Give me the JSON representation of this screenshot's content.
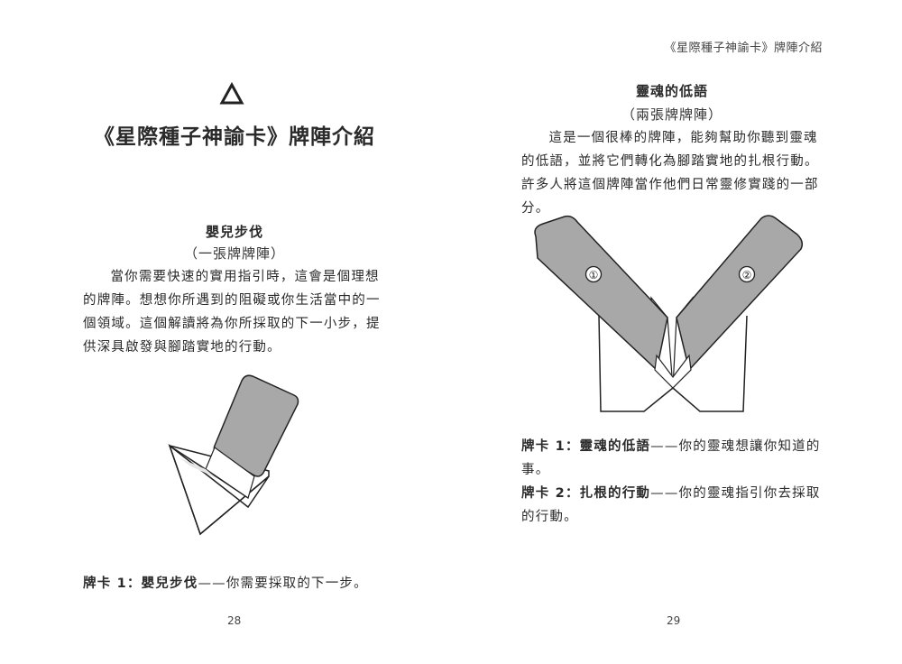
{
  "left_page": {
    "chapter_title": "《星際種子神諭卡》牌陣介紹",
    "spread": {
      "title": "嬰兒步伐",
      "subtitle": "（一張牌牌陣）",
      "description": "當你需要快速的實用指引時，這會是個理想的牌陣。想想你所遇到的阻礙或你生活當中的一個領域。這個解讀將為你所採取的下一小步，提供深具啟發與腳踏實地的行動。"
    },
    "legend": [
      {
        "label": "牌卡 1：嬰兒步伐",
        "text": "——你需要採取的下一步。"
      }
    ],
    "page_number": "28"
  },
  "right_page": {
    "running_head": "《星際種子神諭卡》牌陣介紹",
    "spread": {
      "title": "靈魂的低語",
      "subtitle": "（兩張牌牌陣）",
      "description": "這是一個很棒的牌陣，能夠幫助你聽到靈魂的低語，並將它們轉化為腳踏實地的扎根行動。許多人將這個牌陣當作他們日常靈修實踐的一部分。"
    },
    "card_markers": [
      "①",
      "②"
    ],
    "legend": [
      {
        "label": "牌卡 1：靈魂的低語",
        "text": "——你的靈魂想讓你知道的事。"
      },
      {
        "label": "牌卡 2：扎根的行動",
        "text": "——你的靈魂指引你去採取的行動。"
      }
    ],
    "page_number": "29"
  },
  "colors": {
    "card_fill": "#a8a8a8",
    "ink": "#2a2a2a",
    "paper": "#ffffff"
  },
  "icons": {
    "chapter_marker": "triangle-icon"
  }
}
